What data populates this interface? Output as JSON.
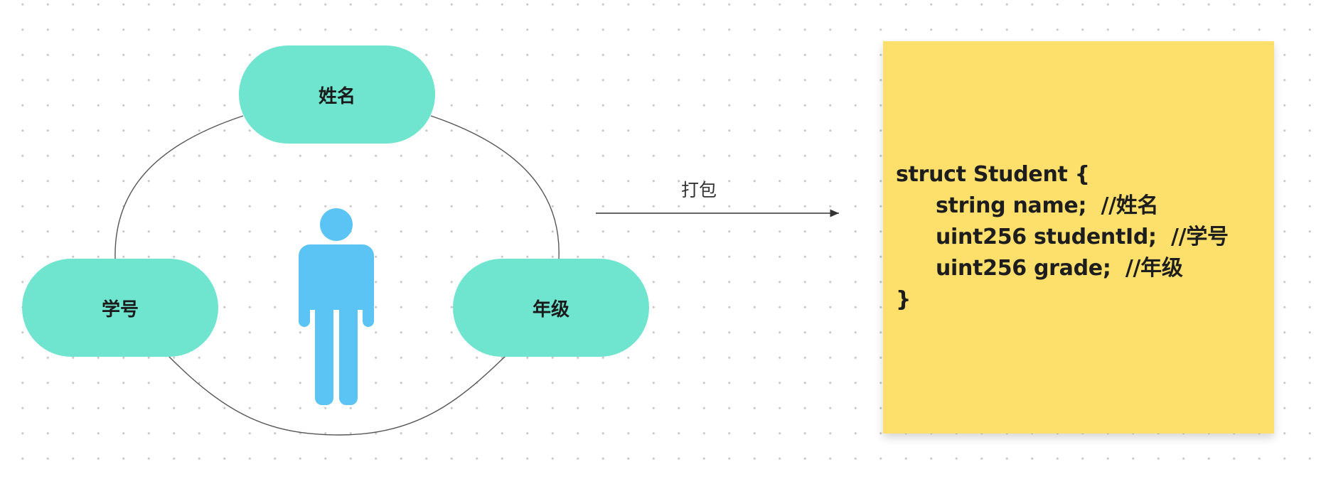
{
  "nodes": {
    "name": "姓名",
    "student_id": "学号",
    "grade": "年级"
  },
  "arrow": {
    "label": "打包"
  },
  "note": {
    "lines": [
      "struct Student {",
      "string name;  //姓名",
      "uint256 studentId;  //学号",
      "uint256 grade;  //年级",
      "}"
    ]
  },
  "colors": {
    "node_fill": "#6fe4cf",
    "person_icon": "#5bc4f4",
    "note_fill": "#fde06c",
    "connector": "#555555"
  },
  "icons": {
    "person": "person-icon",
    "arrow": "arrow-right-icon"
  }
}
